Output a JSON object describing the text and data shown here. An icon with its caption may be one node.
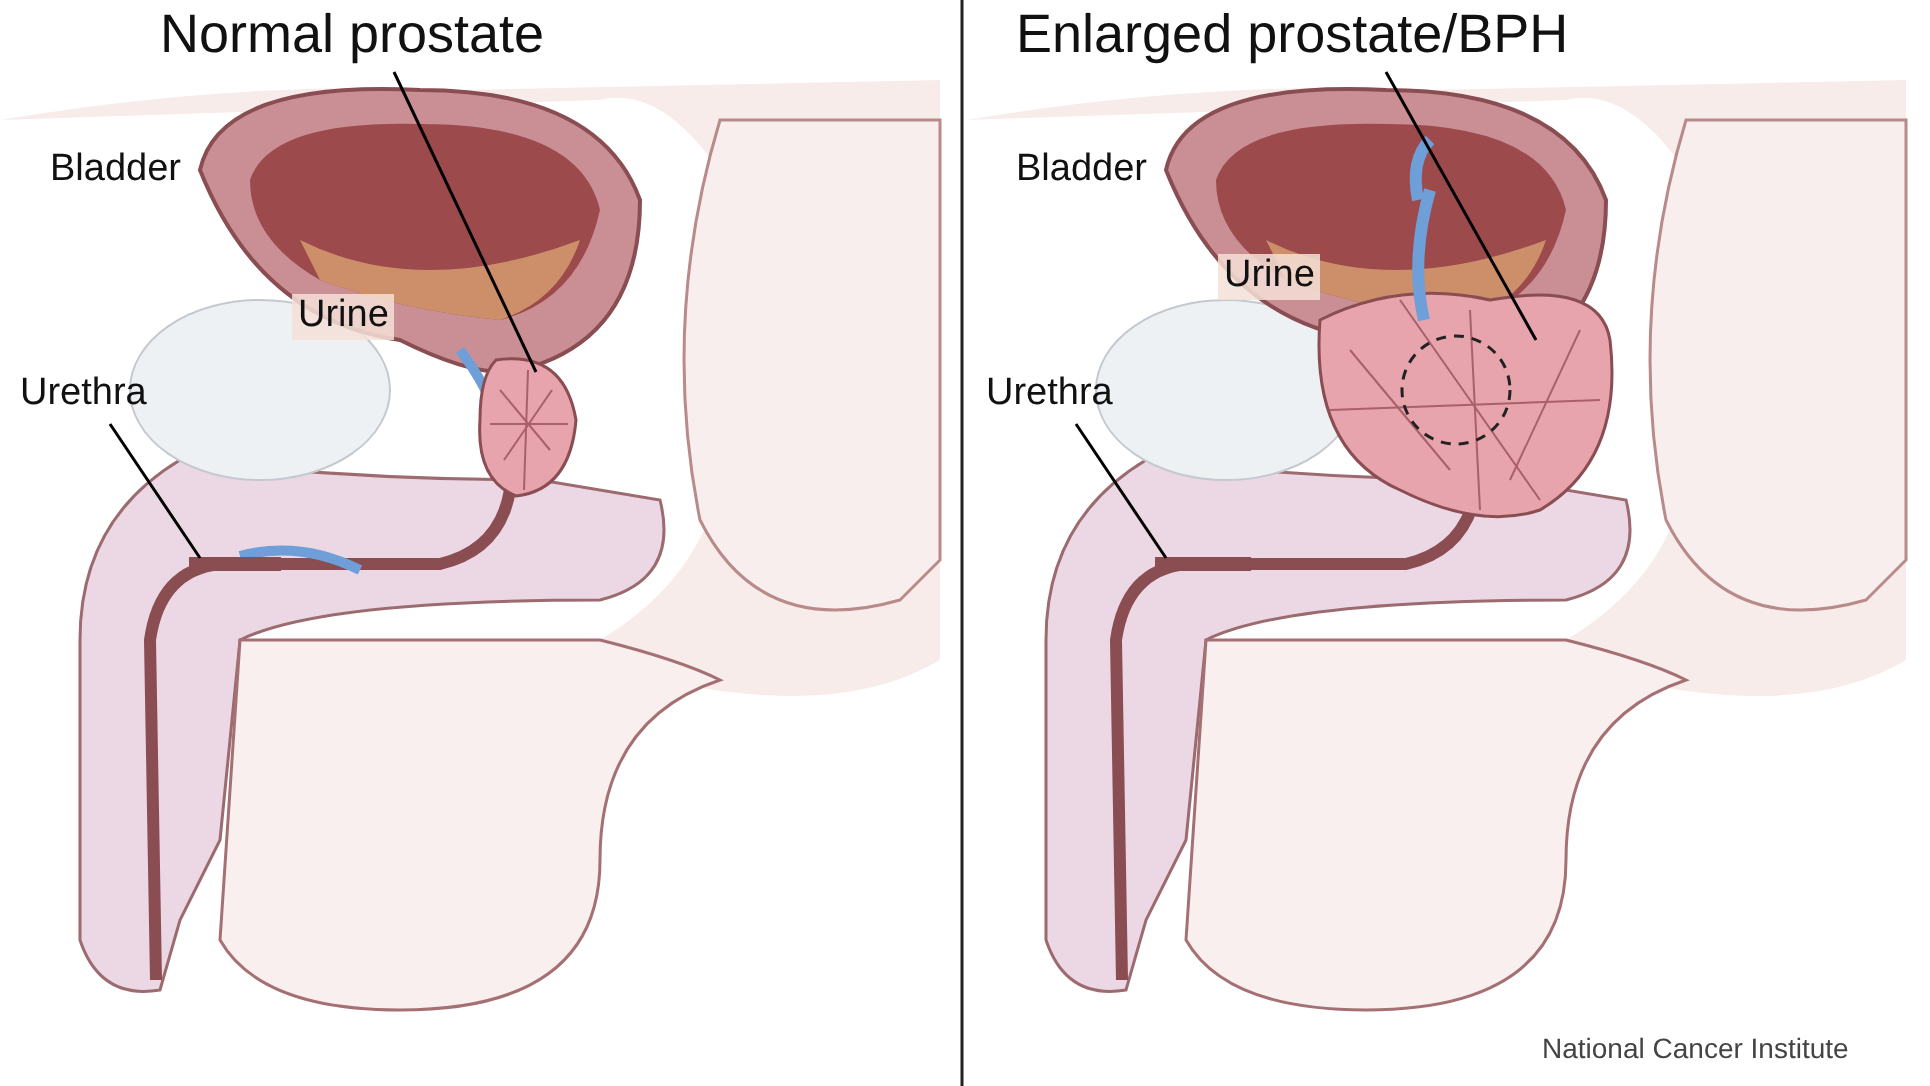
{
  "diagram": {
    "nodes": [
      {
        "text": [
          "Normal prostate"
        ]
      },
      {
        "text": [],
        "shape": "picture"
      },
      {
        "text": [
          "Urethra"
        ]
      },
      {
        "text": [],
        "shape": "bar"
      },
      {
        "text": [
          "Enlarged prostate/BPH"
        ]
      },
      {
        "text": [],
        "shape": "picture"
      },
      {
        "text": [
          "Urethra"
        ]
      },
      {
        "text": [],
        "shape": "bar"
      }
    ],
    "edges": [
      {
        "from": 0,
        "to": 1,
        "arrow": "none"
      },
      {
        "from": 2,
        "to": 3,
        "arrow": "none"
      },
      {
        "from": 4,
        "to": 5,
        "arrow": "none"
      },
      {
        "from": 6,
        "to": 7,
        "arrow": "none"
      }
    ],
    "labels": [
      "Bladder",
      "Urine",
      "Bladder",
      "Urine",
      "National Cancer Institute"
    ]
  }
}
